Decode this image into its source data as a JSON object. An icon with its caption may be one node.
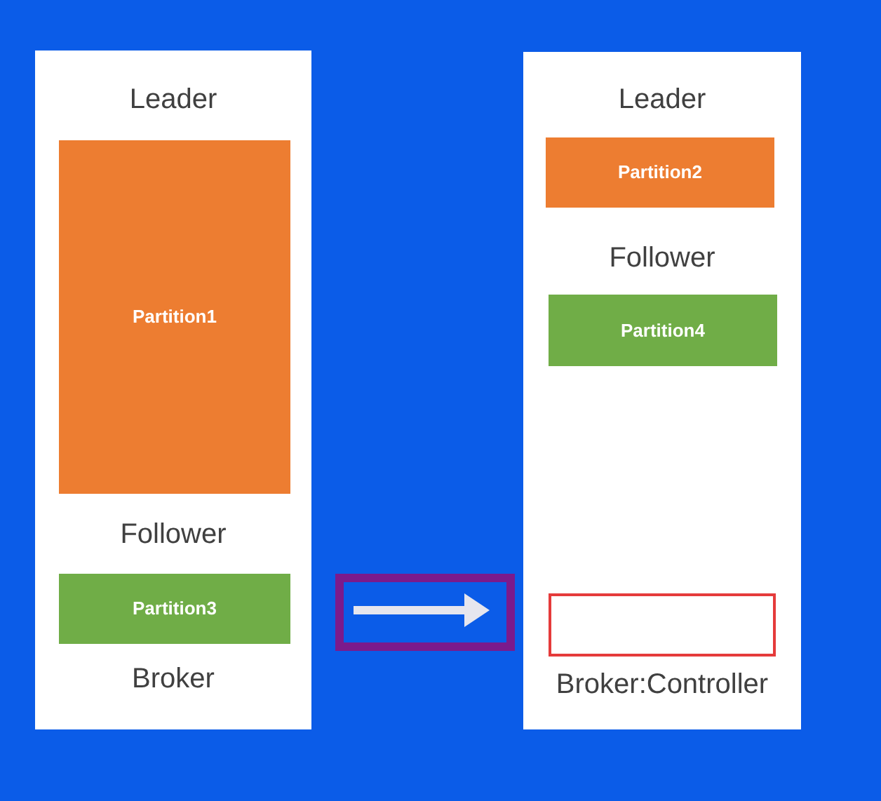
{
  "diagram": {
    "nodes": [
      {
        "text": [
          "Leader",
          "Follower",
          "Broker"
        ]
      },
      {
        "text": [
          "Partition1"
        ],
        "in": 0
      },
      {
        "text": [
          "Partition3"
        ],
        "in": 0
      },
      {
        "text": [
          "Leader",
          "Follower",
          "Broker:Controller"
        ]
      },
      {
        "text": [
          "Partition2"
        ],
        "in": 3
      },
      {
        "text": [
          "Partition4"
        ],
        "in": 3
      },
      {
        "text": [],
        "shape": "box",
        "in": 3
      }
    ],
    "edges": [
      {
        "from": 0,
        "to": 3,
        "arrow": "to"
      }
    ]
  }
}
